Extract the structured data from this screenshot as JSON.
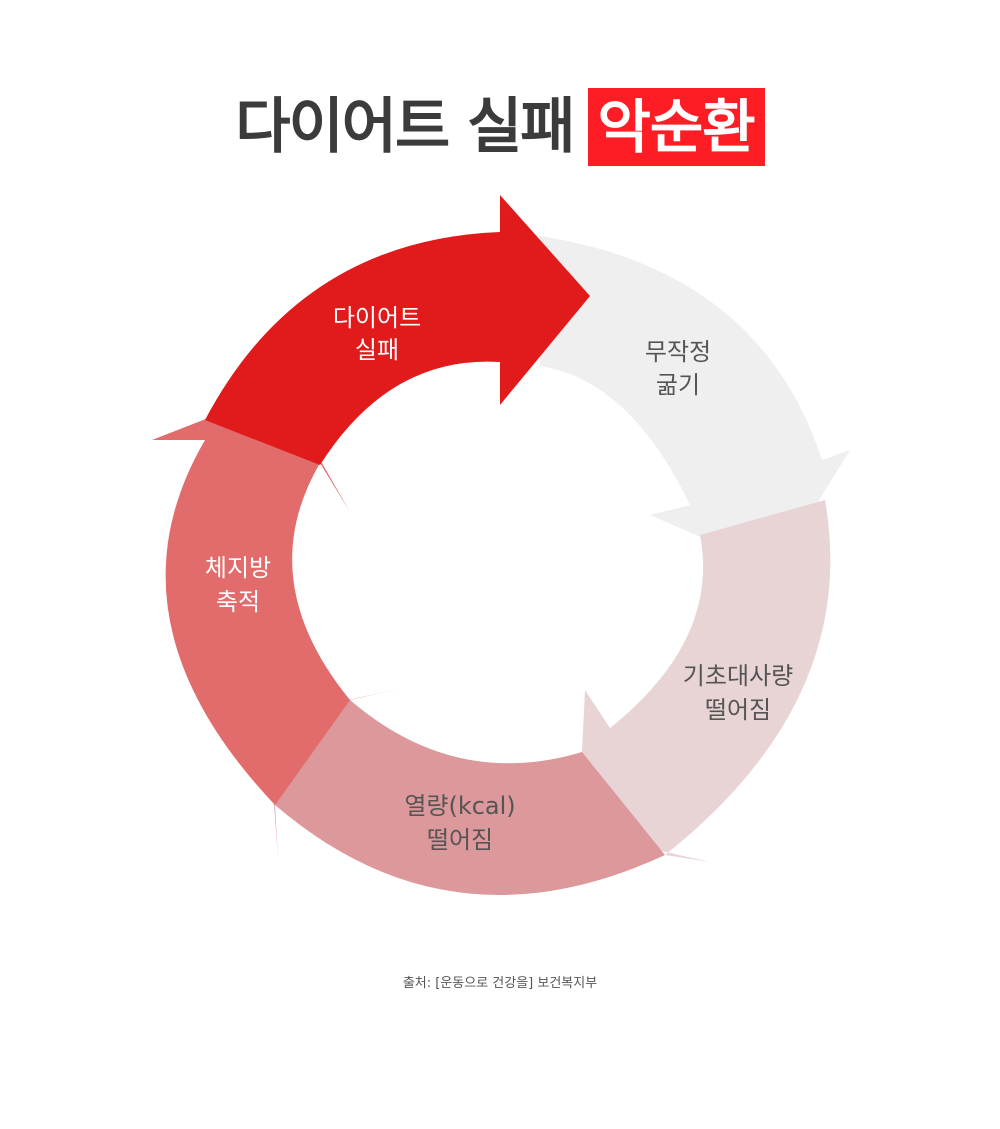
{
  "title": {
    "main": "다이어트 실패",
    "highlight": "악순환"
  },
  "colors": {
    "highlight_bg": "#ff1d25",
    "step1": "#e11a1c",
    "step2": "#efefef",
    "step3": "#e9d4d5",
    "step4": "#dc989a",
    "step5": "#e26b6c"
  },
  "steps": [
    {
      "line1": "다이어트",
      "line2": "실패"
    },
    {
      "line1": "무작정",
      "line2": "굶기"
    },
    {
      "line1": "기초대사량",
      "line2": "떨어짐"
    },
    {
      "line1": "열량(kcal)",
      "line2": "떨어짐"
    },
    {
      "line1": "체지방",
      "line2": "축적"
    }
  ],
  "source": "출처: [운동으로 건강을] 보건복지부"
}
